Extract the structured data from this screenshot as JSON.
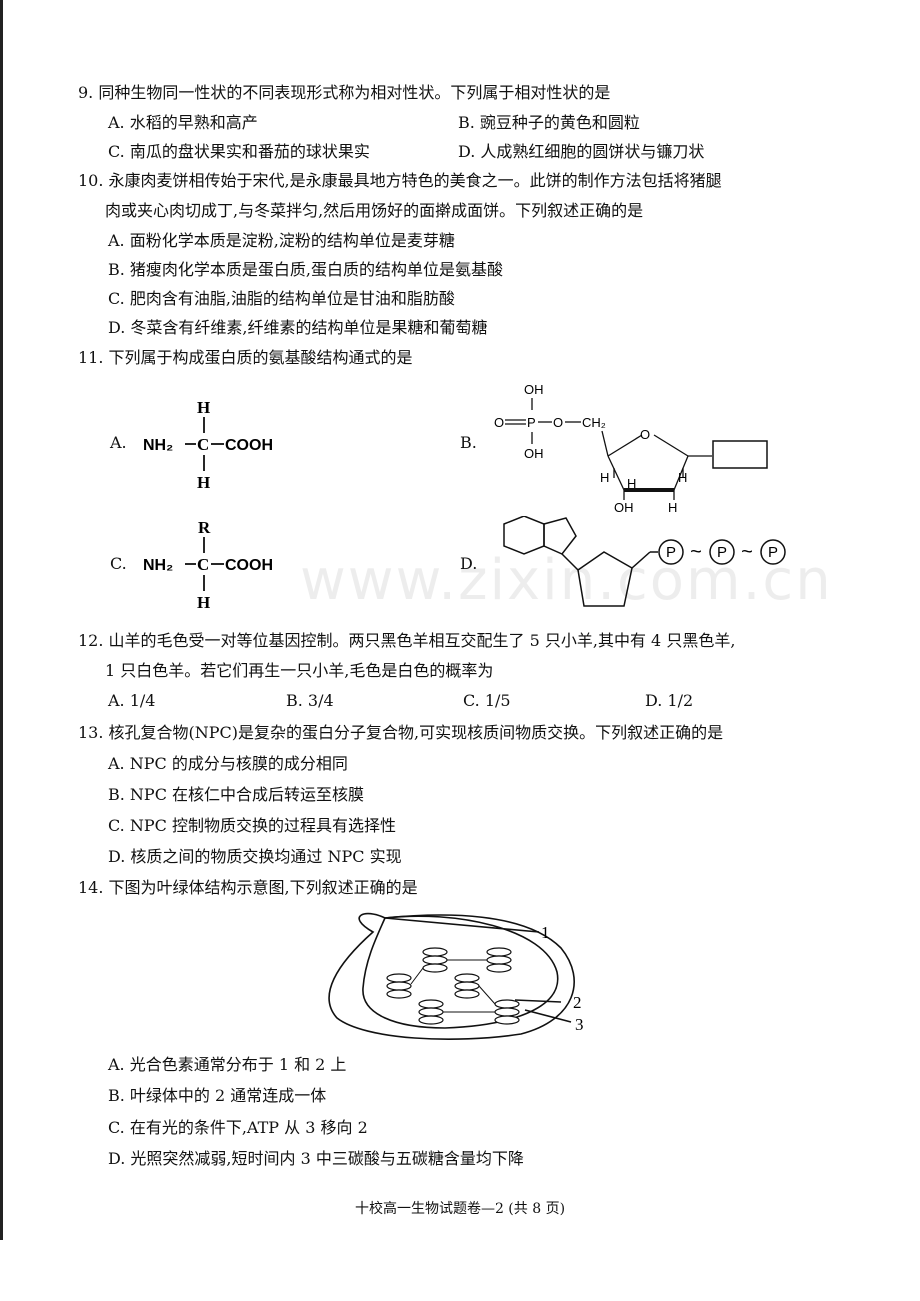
{
  "watermark": "www.zixin.com.cn",
  "q9": {
    "stem": "9. 同种生物同一性状的不同表现形式称为相对性状。下列属于相对性状的是",
    "A": "A. 水稻的早熟和高产",
    "B": "B. 豌豆种子的黄色和圆粒",
    "C": "C. 南瓜的盘状果实和番茄的球状果实",
    "D": "D. 人成熟红细胞的圆饼状与镰刀状"
  },
  "q10": {
    "stem1": "10. 永康肉麦饼相传始于宋代,是永康最具地方特色的美食之一。此饼的制作方法包括将猪腿",
    "stem2": "肉或夹心肉切成丁,与冬菜拌匀,然后用饧好的面擀成面饼。下列叙述正确的是",
    "A": "A. 面粉化学本质是淀粉,淀粉的结构单位是麦芽糖",
    "B": "B. 猪瘦肉化学本质是蛋白质,蛋白质的结构单位是氨基酸",
    "C": "C. 肥肉含有油脂,油脂的结构单位是甘油和脂肪酸",
    "D": "D. 冬菜含有纤维素,纤维素的结构单位是果糖和葡萄糖"
  },
  "q11": {
    "stem": "11. 下列属于构成蛋白质的氨基酸结构通式的是",
    "A": "A.",
    "B": "B.",
    "C": "C.",
    "D": "D.",
    "figA": {
      "top": "H",
      "bottom": "H",
      "left": "NH₂",
      "right": "COOH",
      "center": "C"
    },
    "figC": {
      "top": "R",
      "bottom": "H",
      "left": "NH₂",
      "right": "COOH",
      "center": "C"
    },
    "figB": {
      "oh_top": "OH",
      "o_left": "O",
      "p": "P",
      "o_mid": "O",
      "ch2": "CH₂",
      "oh_bottom": "OH",
      "ring_o": "O",
      "h1": "H",
      "h2": "H",
      "h3": "H",
      "h4": "H",
      "oh_ring": "OH"
    },
    "figD": {
      "p": "P",
      "tilde": "~"
    }
  },
  "q12": {
    "stem1": "12. 山羊的毛色受一对等位基因控制。两只黑色羊相互交配生了 5 只小羊,其中有 4 只黑色羊,",
    "stem2": "1 只白色羊。若它们再生一只小羊,毛色是白色的概率为",
    "A": "A. 1/4",
    "B": "B. 3/4",
    "C": "C. 1/5",
    "D": "D. 1/2"
  },
  "q13": {
    "stem": "13. 核孔复合物(NPC)是复杂的蛋白分子复合物,可实现核质间物质交换。下列叙述正确的是",
    "A": "A. NPC 的成分与核膜的成分相同",
    "B": "B. NPC 在核仁中合成后转运至核膜",
    "C": "C. NPC 控制物质交换的过程具有选择性",
    "D": "D. 核质之间的物质交换均通过 NPC 实现"
  },
  "q14": {
    "stem": "14. 下图为叶绿体结构示意图,下列叙述正确的是",
    "label1": "1",
    "label2": "2",
    "label3": "3",
    "A": "A. 光合色素通常分布于 1 和 2 上",
    "B": "B. 叶绿体中的 2 通常连成一体",
    "C": "C. 在有光的条件下,ATP 从 3 移向 2",
    "D": "D. 光照突然减弱,短时间内 3 中三碳酸与五碳糖含量均下降"
  },
  "footer": "十校高一生物试题卷—2 (共 8 页)"
}
